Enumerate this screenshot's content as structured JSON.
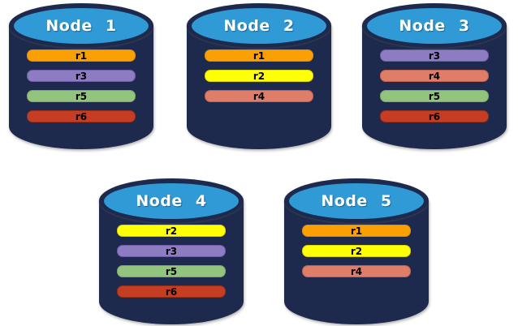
{
  "diagram": {
    "description": "Five database node cylinders showing distribution of replicas r1-r6",
    "colors": {
      "background": "#FFFFFF",
      "cylinder_body": "#1D2A4D",
      "cylinder_top": "#2F9AD6",
      "label_text": "#FFFFFF",
      "bar_text": "#000000"
    },
    "replica_styles": {
      "r1": {
        "fill": "#FAA005",
        "border": "#DF8E08"
      },
      "r2": {
        "fill": "#FFFF05",
        "border": "#D9D404"
      },
      "r3": {
        "fill": "#8E7CC3",
        "border": "#6F5CA8"
      },
      "r4": {
        "fill": "#DF7E68",
        "border": "#C05F4C"
      },
      "r5": {
        "fill": "#93C47D",
        "border": "#79A961"
      },
      "r6": {
        "fill": "#C53D22",
        "border": "#9C2F17"
      }
    },
    "nodes": [
      {
        "label": "Node 1",
        "replicas": [
          "r1",
          "r3",
          "r5",
          "r6"
        ]
      },
      {
        "label": "Node 2",
        "replicas": [
          "r1",
          "r2",
          "r4"
        ]
      },
      {
        "label": "Node 3",
        "replicas": [
          "r3",
          "r4",
          "r5",
          "r6"
        ]
      },
      {
        "label": "Node 4",
        "replicas": [
          "r2",
          "r3",
          "r5",
          "r6"
        ]
      },
      {
        "label": "Node 5",
        "replicas": [
          "r1",
          "r2",
          "r4"
        ]
      }
    ]
  }
}
